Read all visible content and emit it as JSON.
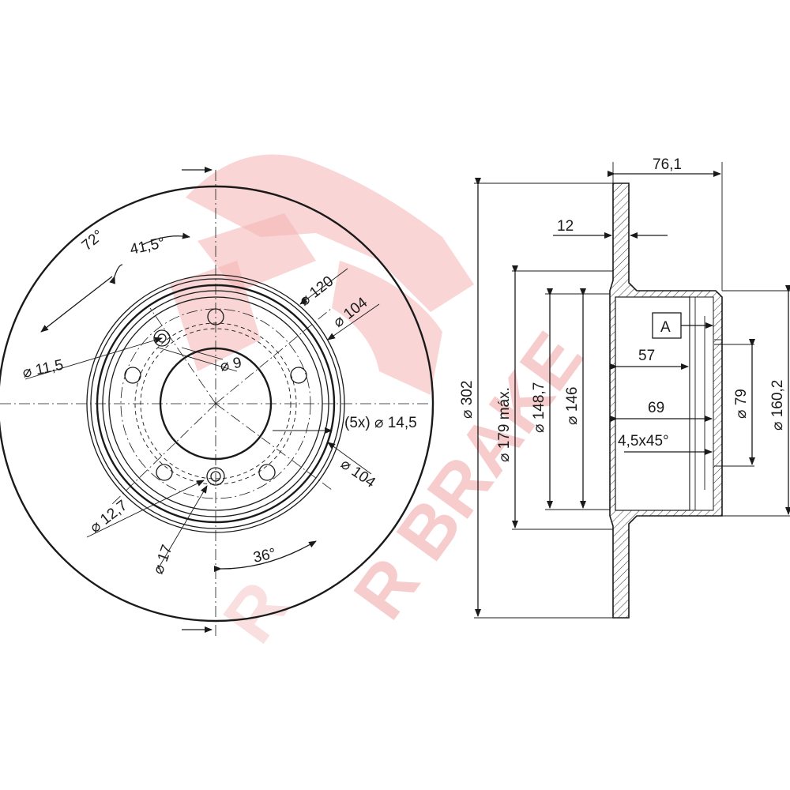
{
  "brand": {
    "name": "R BRAKE",
    "wm_color": "#f4b3b3"
  },
  "front": {
    "angle_72": "72°",
    "angle_41_5": "41,5°",
    "angle_36": "36°",
    "d11_5": "⌀ 11,5",
    "d9": "⌀ 9",
    "d120": "⌀ 120",
    "d104_top": "⌀ 104",
    "d104_bottom": "⌀ 104",
    "holes": "(5x) ⌀ 14,5",
    "d12_7": "⌀ 12,7",
    "d17": "⌀ 17"
  },
  "side": {
    "w76_1": "76,1",
    "t12": "12",
    "d302": "⌀ 302",
    "d179": "⌀ 179 máx.",
    "d148_7": "⌀ 148,7",
    "d146": "⌀ 146",
    "h57": "57",
    "h69": "69",
    "chamfer": "4,5x45°",
    "ref_a": "A",
    "d79": "⌀ 79",
    "d160_2": "⌀ 160,2"
  }
}
